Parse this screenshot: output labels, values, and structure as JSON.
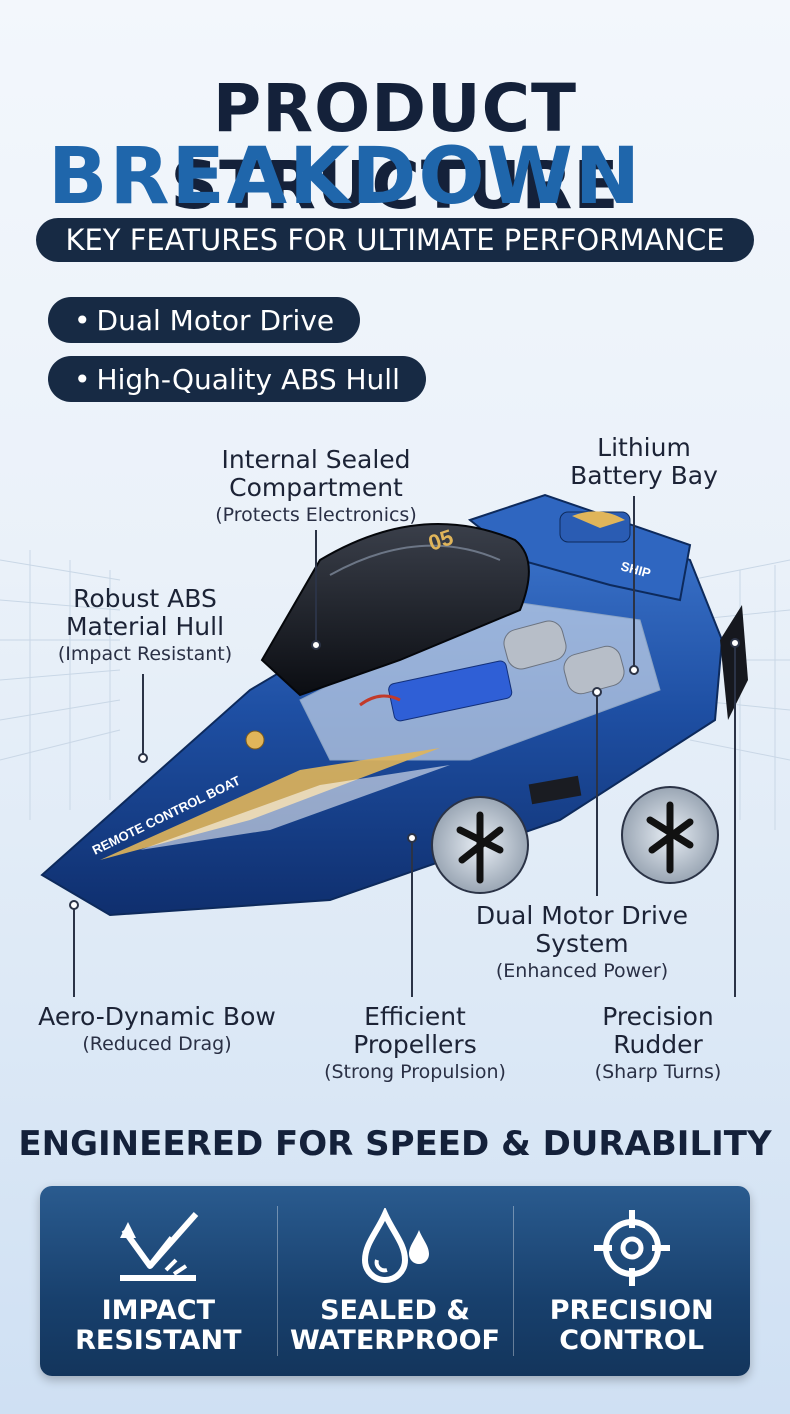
{
  "header": {
    "title_line1": "PRODUCT STRUCTURE",
    "title_line2": "BREAKDOWN",
    "subtitle": "KEY FEATURES FOR ULTIMATE PERFORMANCE"
  },
  "highlights": [
    {
      "bullet": "•",
      "text": "Dual Motor Drive"
    },
    {
      "bullet": "•",
      "text": "High-Quality ABS Hull"
    }
  ],
  "boat_graphic": {
    "decal_text": "REMOTE CONTROL BOAT",
    "model": "05",
    "side_text": "SHIP"
  },
  "callouts": {
    "compartment": {
      "line1": "Internal Sealed",
      "line2": "Compartment",
      "note": "(Protects Electronics)"
    },
    "battery": {
      "line1": "Lithium",
      "line2": "Battery Bay"
    },
    "hull": {
      "line1": "Robust ABS",
      "line2": "Material Hull",
      "note": "(Impact Resistant)"
    },
    "motor": {
      "line1": "Dual Motor Drive System",
      "note": "(Enhanced Power)"
    },
    "bow": {
      "line1": "Aero-Dynamic Bow",
      "note": "(Reduced Drag)"
    },
    "propellers": {
      "line1": "Efficient Propellers",
      "note": "(Strong Propulsion)"
    },
    "rudder": {
      "line1": "Precision Rudder",
      "note": "(Sharp Turns)"
    }
  },
  "bottom": {
    "title": "ENGINEERED FOR SPEED & DURABILITY",
    "features": [
      {
        "icon": "impact-icon",
        "line1": "IMPACT",
        "line2": "RESISTANT"
      },
      {
        "icon": "water-drop-icon",
        "line1": "SEALED &",
        "line2": "WATERPROOF"
      },
      {
        "icon": "crosshair-icon",
        "line1": "PRECISION",
        "line2": "CONTROL"
      }
    ]
  },
  "colors": {
    "navy": "#172a44",
    "brand_blue": "#1f66ab",
    "hull_blue": "#1e4fa3",
    "gold": "#e0b55a",
    "panel": "#18406d"
  }
}
